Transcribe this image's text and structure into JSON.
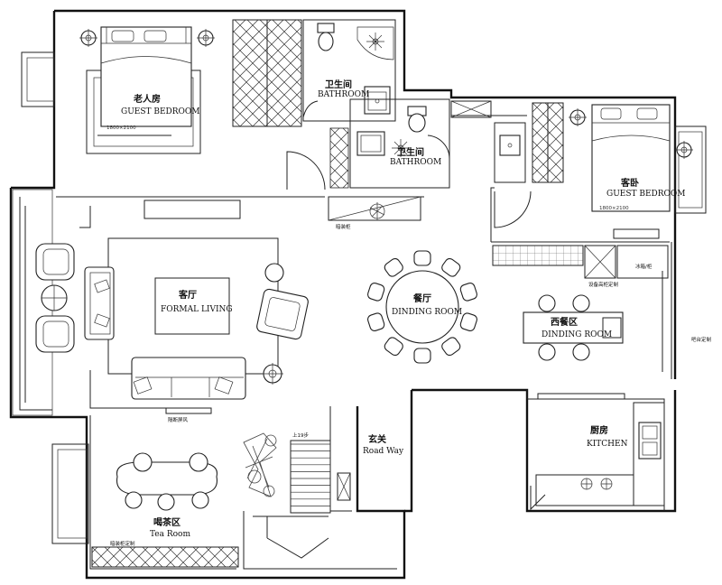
{
  "rooms": {
    "elderly_bedroom": {
      "cn": "老人房",
      "en": "GUEST BEDROOM",
      "bed_size": "1800×2100"
    },
    "bathroom_1": {
      "cn": "卫生间",
      "en": "BATHROOM"
    },
    "bathroom_2": {
      "cn": "卫生间",
      "en": "BATHROOM"
    },
    "guest_bedroom": {
      "cn": "客卧",
      "en": "GUEST BEDROOM",
      "bed_size": "1800×2100"
    },
    "living": {
      "cn": "客厅",
      "en": "FORMAL LIVING"
    },
    "dining": {
      "cn": "餐厅",
      "en": "DINDING ROOM"
    },
    "western_dining": {
      "cn": "西餐区",
      "en": "DINDING ROOM"
    },
    "foyer": {
      "cn": "玄关",
      "en": "Road Way"
    },
    "kitchen": {
      "cn": "厨房",
      "en": "KITCHEN"
    },
    "tea_room": {
      "cn": "喝茶区",
      "en": "Tea Room"
    }
  },
  "notes": {
    "hidden_cabinet": "暗装柜",
    "equipment_cabinet": "设备高柜定制",
    "bar_custom": "吧台定制",
    "tv_screen": "隔断屏风",
    "stair_up": "上19步",
    "tea_cabinet": "暗装柜定制",
    "fridge": "冰箱/柜"
  }
}
